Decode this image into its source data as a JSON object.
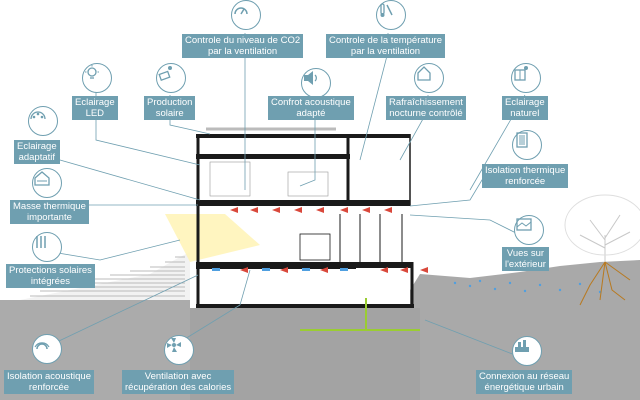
{
  "labels": {
    "co2": "Controle du niveau de CO2\npar la ventilation",
    "temperature": "Controle de la température\npar la ventilation",
    "eclairage_led": "Eclairage\nLED",
    "production_solaire": "Production\nsolaire",
    "confort_acoustique": "Confrot acoustique\nadapté",
    "rafraichissement": "Rafraîchissement\nnocturne contrôlé",
    "eclairage_naturel": "Eclairage\nnaturel",
    "eclairage_adaptatif": "Eclairage\nadaptatif",
    "isolation_thermique": "Isolation thermique\nrenforcée",
    "masse_thermique": "Masse thermique\nimportante",
    "vues_exterieur": "Vues sur\nl'extérieur",
    "protections_solaires": "Protections solaires\nintégrées",
    "isolation_acoustique": "Isolation acoustique\nrenforcée",
    "ventilation_calories": "Ventilation avec\nrécupération des calories",
    "reseau_urbain": "Connexion au réseau\nénergétique urbain"
  },
  "colors": {
    "label_bg": "#6f9fb0",
    "leader_line": "#6f9fb0",
    "structure": "#1a1a1a",
    "ground": "#a9a9a9",
    "warm_air": "#d9483b",
    "cool_air": "#4f9fe0",
    "ventilation": "#9acd32",
    "sun": "#ffe57a"
  },
  "icons": [
    "co2-gauge-icon",
    "thermometer-tools-icon",
    "led-bulb-icon",
    "solar-panel-icon",
    "speaker-icon",
    "house-moon-icon",
    "window-sun-icon",
    "dimmer-light-icon",
    "insulation-panel-icon",
    "house-mass-icon",
    "view-window-icon",
    "louvers-icon",
    "sound-waves-icon",
    "fan-icon",
    "urban-grid-icon"
  ]
}
